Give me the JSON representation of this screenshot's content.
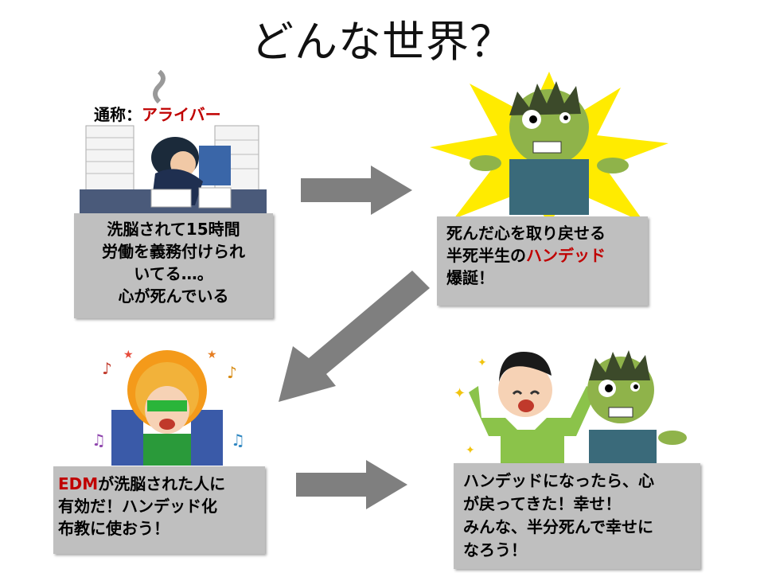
{
  "title": "どんな世界？",
  "nickname": {
    "prefix": "通称：",
    "name": "アライバー"
  },
  "box1": {
    "lines": [
      "洗脳されて15時間",
      "労働を義務付けられ",
      "いてる…。",
      "心が死んでいる"
    ]
  },
  "box2": {
    "line1": "死んだ心を取り戻せる",
    "line2_prefix": "半死半生の",
    "line2_highlight": "ハンデッド",
    "line3": "爆誕！"
  },
  "box3": {
    "line1_highlight": "EDM",
    "line1_rest": "が洗脳された人に",
    "line2": "有効だ！ハンデッド化",
    "line3": "布教に使おう！"
  },
  "box4": {
    "lines": [
      "ハンデッドになったら、心",
      "が戻ってきた！幸せ！",
      "みんな、半分死んで幸せに",
      "なろう！"
    ]
  },
  "colors": {
    "box_bg": "#bfbfbf",
    "highlight": "#c00000",
    "arrow": "#7f7f7f",
    "zombie": "#8fb34a",
    "burst": "#ffeb00"
  }
}
